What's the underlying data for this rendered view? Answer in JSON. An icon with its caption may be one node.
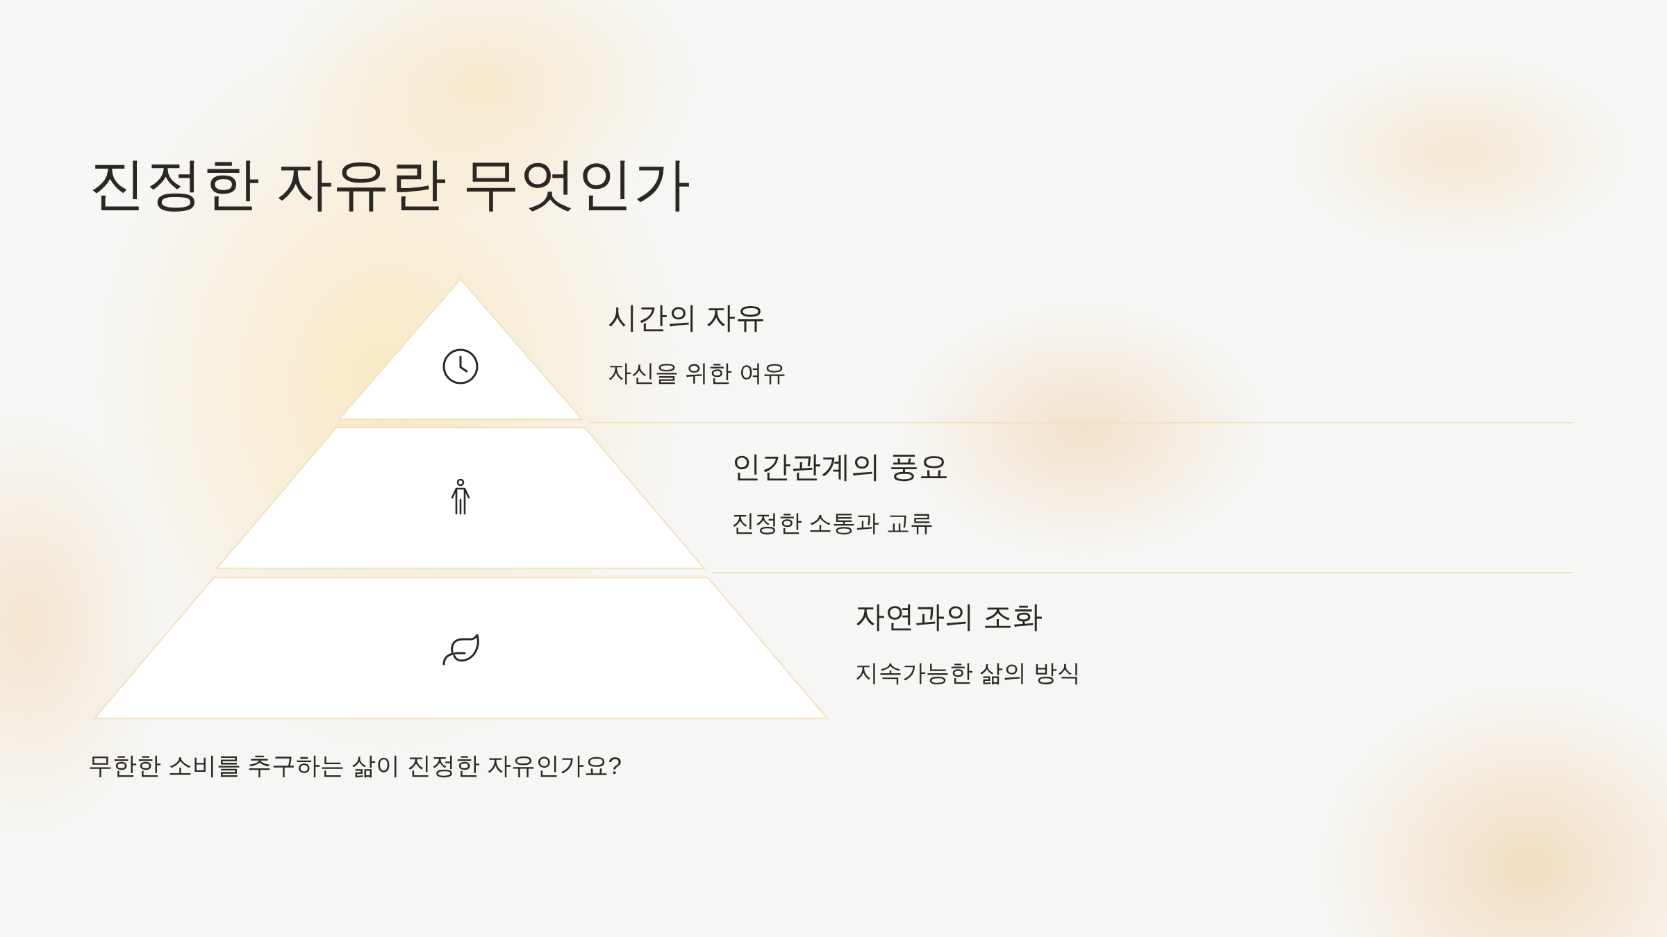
{
  "diagram": {
    "title": "진정한 자유란 무엇인가",
    "nodes": [
      {
        "text": [],
        "shape": "triangle",
        "beside": [
          "시간의 자유",
          "자신을 위한 여유"
        ]
      },
      {
        "text": [],
        "shape": "trapezoid",
        "beside": [
          "인간관계의 풍요",
          "진정한 소통과 교류"
        ]
      },
      {
        "text": [],
        "shape": "trapezoid",
        "beside": [
          "자연과의 조화",
          "지속가능한 삶의 방식"
        ]
      }
    ],
    "labels": [
      "무한한 소비를 추구하는 삶이 진정한 자유인가요?"
    ]
  }
}
